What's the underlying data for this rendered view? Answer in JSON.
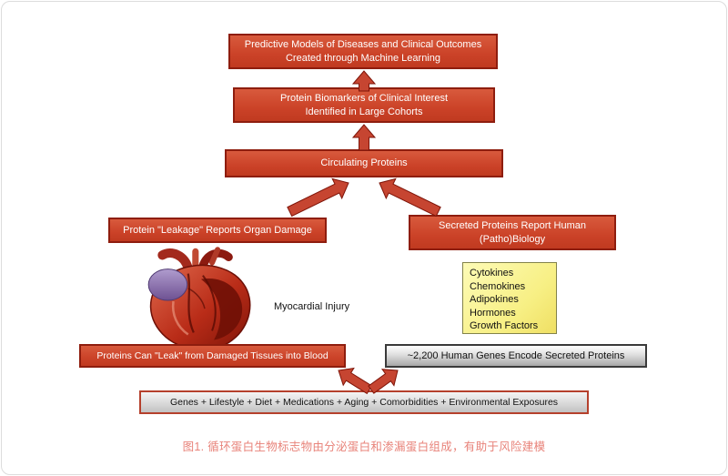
{
  "diagram": {
    "top_box": "Predictive Models of Diseases and Clinical Outcomes\nCreated through Machine Learning",
    "biomarkers_box": "Protein Biomarkers of Clinical Interest\nIdentified in Large Cohorts",
    "circulating_box": "Circulating Proteins",
    "leakage_box": "Protein \"Leakage\" Reports Organ Damage",
    "secreted_box": "Secreted Proteins Report Human\n(Patho)Biology",
    "myocardial_label": "Myocardial Injury",
    "secreted_list": [
      "Cytokines",
      "Chemokines",
      "Adipokines",
      "Hormones",
      "Growth Factors"
    ],
    "leak_bottom_box": "Proteins Can \"Leak\" from Damaged Tissues into Blood",
    "genes_bottom_box": "~2,200 Human Genes Encode Secreted Proteins",
    "base_box": "Genes + Lifestyle + Diet + Medications + Aging + Comorbidities + Environmental Exposures",
    "caption": "图1. 循环蛋白生物标志物由分泌蛋白和渗漏蛋白组成，有助于风险建模",
    "colors": {
      "red_fill": "#cb4228",
      "red_border": "#8e1d0e",
      "yellow_fill": "#f7ef83",
      "gray_fill": "#d9d9d9",
      "caption_color": "#e8837a"
    }
  }
}
